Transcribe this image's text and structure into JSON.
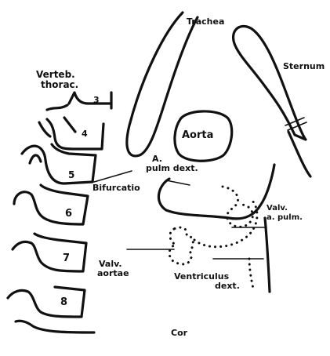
{
  "labels": {
    "trachea": "Trachea",
    "sternum": "Sternum",
    "verteb_line1": "Verteb.",
    "verteb_line2": "thorac.",
    "aorta": "Aorta",
    "a_pulm_line1": "A.",
    "a_pulm_line2": "pulm dext.",
    "bifurcatio": "Bifurcatio",
    "valv_apulm_line1": "Valv.",
    "valv_apulm_line2": "a. pulm.",
    "valv_aortae_line1": "Valv.",
    "valv_aortae_line2": "aortae",
    "ventriculus_line1": "Ventriculus",
    "ventriculus_line2": "dext.",
    "cor": "Cor"
  },
  "vertebrae": [
    "3",
    "4",
    "5",
    "6",
    "7",
    "8"
  ],
  "colors": {
    "ink": "#111111",
    "background": "#ffffff"
  }
}
